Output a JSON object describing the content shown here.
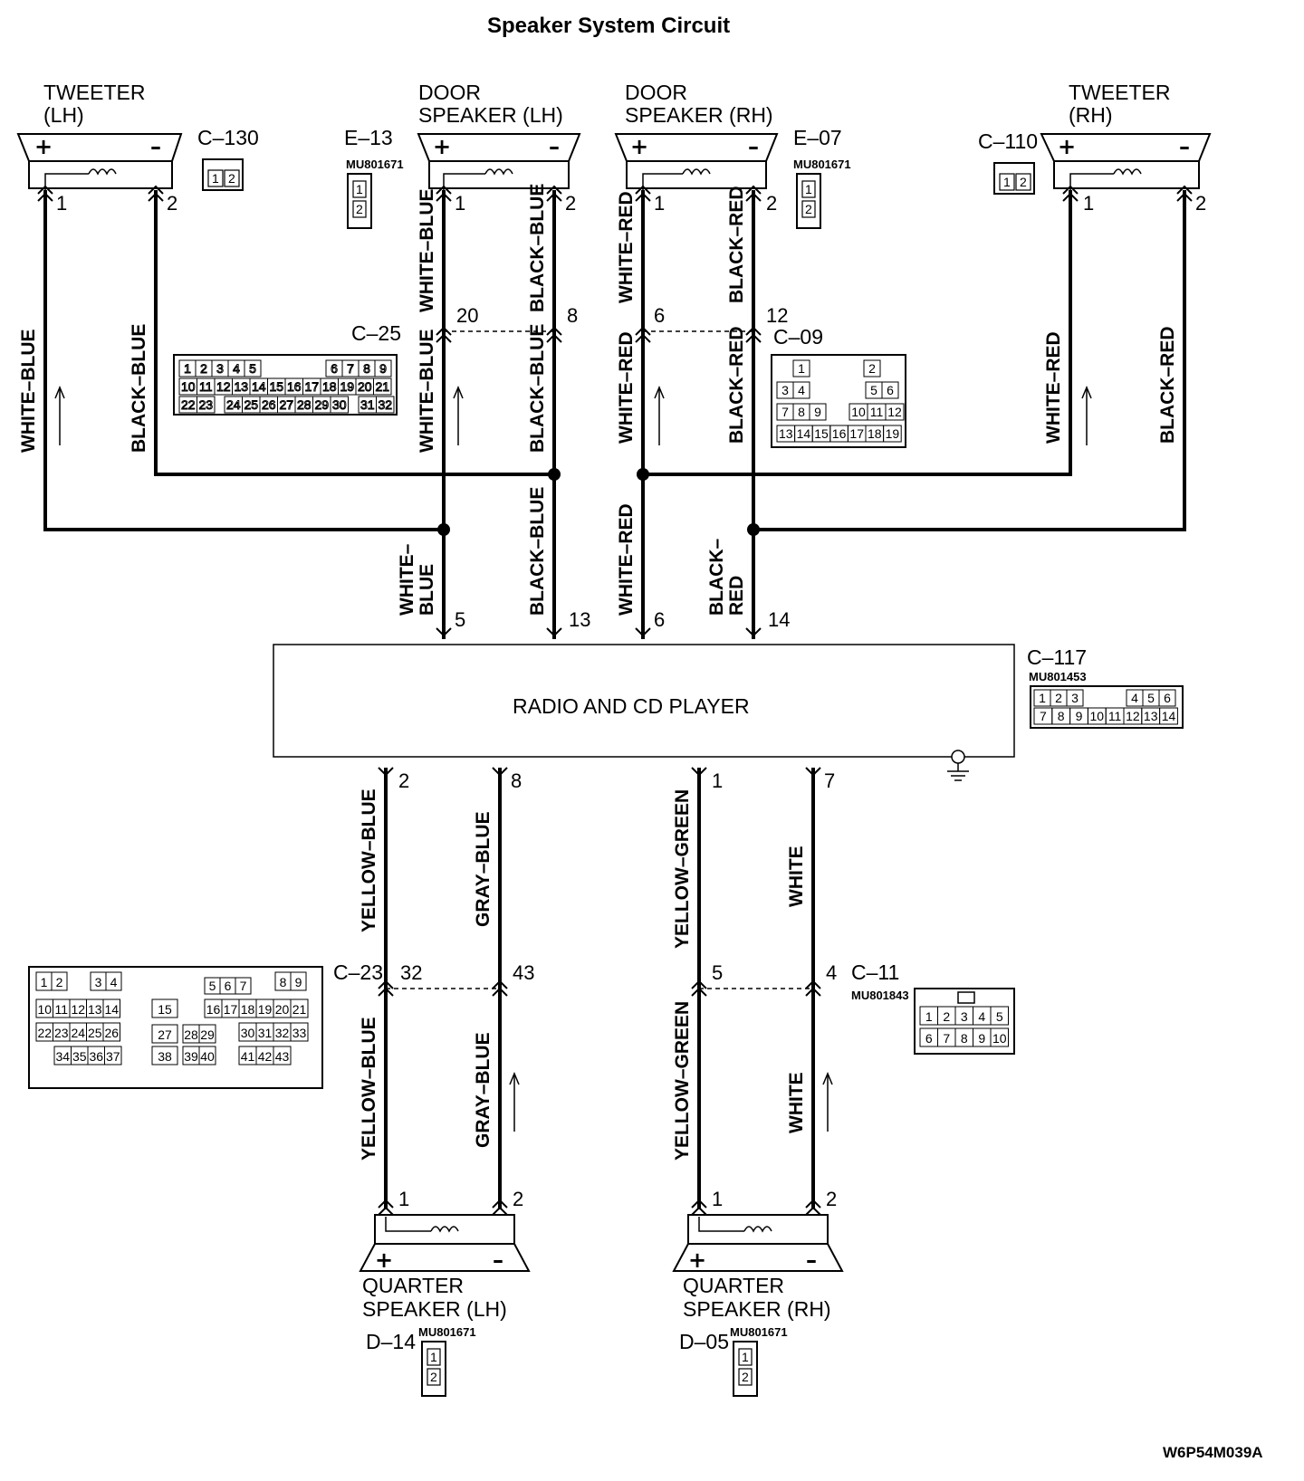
{
  "title": "Speaker System Circuit",
  "figure_code": "W6P54M039A",
  "components": {
    "tweeter_lh": {
      "name_line1": "TWEETER",
      "name_line2": "(LH)",
      "connector": "C–130",
      "pins": [
        "1",
        "2"
      ]
    },
    "door_speaker_lh": {
      "name_line1": "DOOR",
      "name_line2": "SPEAKER (LH)",
      "connector": "E–13",
      "part_no": "MU801671",
      "pins": [
        "1",
        "2"
      ]
    },
    "door_speaker_rh": {
      "name_line1": "DOOR",
      "name_line2": "SPEAKER (RH)",
      "connector": "E–07",
      "part_no": "MU801671",
      "pins": [
        "1",
        "2"
      ]
    },
    "tweeter_rh": {
      "name_line1": "TWEETER",
      "name_line2": "(RH)",
      "connector": "C–110",
      "pins": [
        "1",
        "2"
      ]
    },
    "radio": {
      "name": "RADIO AND CD PLAYER",
      "connector": "C–117",
      "part_no": "MU801453",
      "pins_top": [
        "5",
        "13",
        "6",
        "14"
      ],
      "pins_bottom": [
        "2",
        "8",
        "1",
        "7"
      ]
    },
    "quarter_speaker_lh": {
      "name_line1": "QUARTER",
      "name_line2": "SPEAKER (LH)",
      "connector": "D–14",
      "part_no": "MU801671",
      "pins": [
        "1",
        "2"
      ]
    },
    "quarter_speaker_rh": {
      "name_line1": "QUARTER",
      "name_line2": "SPEAKER (RH)",
      "connector": "D–05",
      "part_no": "MU801671",
      "pins": [
        "1",
        "2"
      ]
    }
  },
  "junctions": {
    "c25": {
      "connector": "C–25",
      "pins": [
        "20",
        "8"
      ]
    },
    "c09": {
      "connector": "C–09",
      "pins": [
        "6",
        "12"
      ]
    },
    "c23": {
      "connector": "C–23",
      "pins": [
        "32",
        "43"
      ]
    },
    "c11": {
      "connector": "C–11",
      "part_no": "MU801843",
      "pins": [
        "5",
        "4"
      ]
    }
  },
  "wires": {
    "white_blue": "WHITE–BLUE",
    "black_blue": "BLACK–BLUE",
    "white_red": "WHITE–RED",
    "black_red": "BLACK–RED",
    "white_blue_split": [
      "WHITE–",
      "BLUE"
    ],
    "black_red_split": [
      "BLACK–",
      "RED"
    ],
    "yellow_blue": "YELLOW–BLUE",
    "gray_blue": "GRAY–BLUE",
    "yellow_green": "YELLOW–GREEN",
    "white": "WHITE"
  },
  "signs": {
    "plus": "+",
    "minus": "–"
  },
  "connector_faces": {
    "c25": {
      "row1": [
        "1",
        "2",
        "3",
        "4",
        "5",
        "6",
        "7",
        "8",
        "9"
      ],
      "row2": [
        "10",
        "11",
        "12",
        "13",
        "14",
        "15",
        "16",
        "17",
        "18",
        "19",
        "20",
        "21"
      ],
      "row3": [
        "22",
        "23",
        "24",
        "25",
        "26",
        "27",
        "28",
        "29",
        "30",
        "31",
        "32"
      ]
    },
    "c09": {
      "row1": [
        "1",
        "2"
      ],
      "row2": [
        "3",
        "4",
        "5",
        "6"
      ],
      "row3": [
        "7",
        "8",
        "9",
        "10",
        "11",
        "12"
      ],
      "row4": [
        "13",
        "14",
        "15",
        "16",
        "17",
        "18",
        "19"
      ]
    },
    "c117": {
      "row1": [
        "1",
        "2",
        "3",
        "4",
        "5",
        "6"
      ],
      "row2": [
        "7",
        "8",
        "9",
        "10",
        "11",
        "12",
        "13",
        "14"
      ]
    },
    "c11": {
      "row1": [
        "1",
        "2",
        "3",
        "4",
        "5"
      ],
      "row2": [
        "6",
        "7",
        "8",
        "9",
        "10"
      ]
    },
    "c23": {
      "row1": [
        "1",
        "2",
        "3",
        "4",
        "5",
        "6",
        "7",
        "8",
        "9"
      ],
      "row2": [
        "10",
        "11",
        "12",
        "13",
        "14",
        "15",
        "16",
        "17",
        "18",
        "19",
        "20",
        "21"
      ],
      "row3": [
        "22",
        "23",
        "24",
        "25",
        "26",
        "27",
        "28",
        "29",
        "30",
        "31",
        "32",
        "33"
      ],
      "row4": [
        "34",
        "35",
        "36",
        "37",
        "38",
        "39",
        "40",
        "41",
        "42",
        "43"
      ]
    },
    "two_pin": [
      "1",
      "2"
    ]
  }
}
